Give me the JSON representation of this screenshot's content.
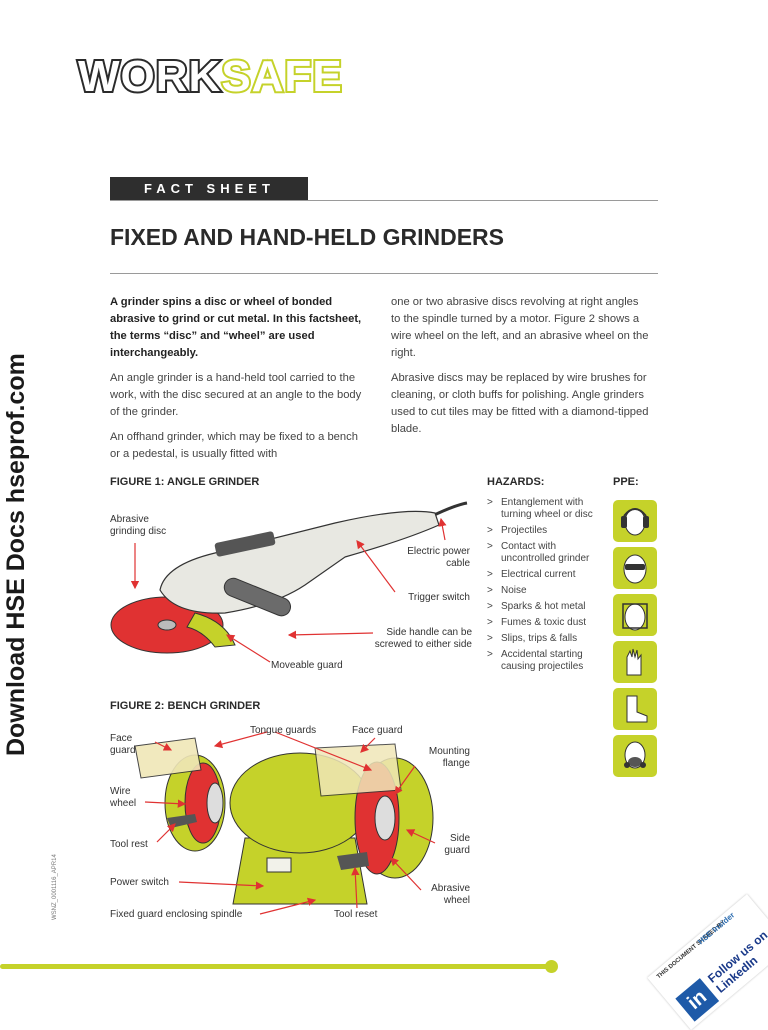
{
  "logo": {
    "work": "WORK",
    "safe": "SAFE"
  },
  "side_text": "Download HSE Docs hseprof.com",
  "header": {
    "fact_sheet": "FACT SHEET",
    "title": "FIXED AND HAND-HELD GRINDERS"
  },
  "intro": {
    "lead": "A grinder spins a disc or wheel of bonded abrasive to grind or cut metal. In this factsheet, the terms “disc” and “wheel” are used interchangeably.",
    "p1": "An angle grinder is a hand-held tool carried to the work, with the disc secured at an angle to the body of the grinder.",
    "p2": "An offhand grinder, which may be fixed to a bench or a pedestal, is usually fitted with",
    "p3": "one or two abrasive discs revolving at right angles to the spindle turned by a motor. Figure 2 shows a wire wheel on the left, and an abrasive wheel on the right.",
    "p4": "Abrasive discs may be replaced by wire brushes for cleaning, or cloth buffs for polishing. Angle grinders used to cut tiles may be fitted with a diamond-tipped blade."
  },
  "figure1": {
    "title": "FIGURE 1: ANGLE GRINDER",
    "labels": {
      "disc": "Abrasive grinding disc",
      "cable": "Electric power cable",
      "trigger": "Trigger switch",
      "handle": "Side handle can be screwed to either side",
      "guard": "Moveable guard"
    }
  },
  "figure2": {
    "title": "FIGURE 2: BENCH GRINDER",
    "labels": {
      "face_guard_left": "Face guard",
      "tongue_guards": "Tongue guards",
      "face_guard_top": "Face guard",
      "mounting": "Mounting flange",
      "wire_wheel": "Wire wheel",
      "tool_rest": "Tool rest",
      "side_guard": "Side guard",
      "power_switch": "Power switch",
      "abrasive_wheel": "Abrasive wheel",
      "fixed_guard": "Fixed guard enclosing spindle",
      "tool_reset": "Tool reset"
    }
  },
  "hazards": {
    "title": "HAZARDS:",
    "items": [
      "Entanglement with turning wheel or disc",
      "Projectiles",
      "Contact with uncontrolled grinder",
      "Electrical current",
      "Noise",
      "Sparks & hot metal",
      "Fumes & toxic dust",
      "Slips, trips & falls",
      "Accidental starting causing projectiles"
    ]
  },
  "ppe": {
    "title": "PPE:",
    "icons": [
      "ear-protection-icon",
      "safety-glasses-icon",
      "face-shield-icon",
      "gloves-icon",
      "safety-boots-icon",
      "respirator-icon"
    ]
  },
  "footer": {
    "doc_ref": "WSNZ_0001116_APR14",
    "badge_shared": "THIS DOCUMENT SHARED BY",
    "badge_hse": "HSE Insider",
    "badge_follow": "Follow us on LinkedIn",
    "badge_in": "in"
  },
  "colors": {
    "accent": "#c5d22a",
    "red": "#e03232",
    "dark": "#2e2e2e"
  }
}
